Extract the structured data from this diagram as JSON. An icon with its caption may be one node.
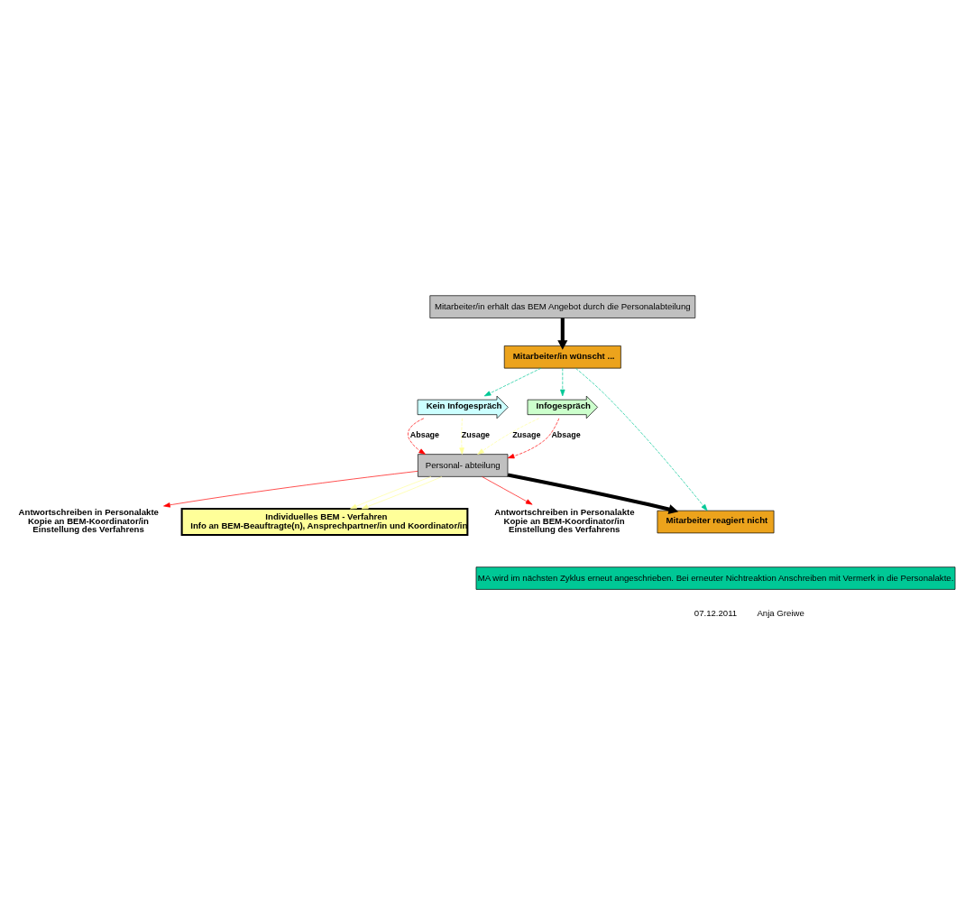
{
  "diagram": {
    "nodes": [
      {
        "text": [
          "Mitarbeiter/in erhält das BEM Angebot durch die Personalabteilung"
        ]
      },
      {
        "text": [
          "Mitarbeiter/in wünscht ..."
        ]
      },
      {
        "text": [
          "Kein Infogespräch"
        ]
      },
      {
        "text": [
          "Infogespräch"
        ]
      },
      {
        "text": [
          "Personal- abteilung"
        ]
      },
      {
        "text": [
          "Antwortschreiben in Personalakte",
          "Kopie an BEM-Koordinator/in",
          "Einstellung des Verfahrens"
        ]
      },
      {
        "text": [
          "Individuelles BEM - Verfahren",
          "Info an BEM-Beauftragte(n), Ansprechpartner/in und Koordinator/in"
        ]
      },
      {
        "text": [
          "Antwortschreiben in Personalakte",
          "Kopie an BEM-Koordinator/in",
          "Einstellung des Verfahrens"
        ]
      },
      {
        "text": [
          "Mitarbeiter reagiert nicht"
        ]
      },
      {
        "text": [
          "MA wird im nächsten Zyklus erneut angeschrieben. Bei erneuter Nichtreaktion Anschreiben mit Vermerk in die Personalakte."
        ]
      }
    ],
    "edges": [
      {
        "from": 0,
        "to": 1,
        "arrow": "to",
        "style": "thick",
        "color": "#000000"
      },
      {
        "from": 1,
        "to": 2,
        "arrow": "to",
        "style": "dashed",
        "color": "#00c896"
      },
      {
        "from": 1,
        "to": 3,
        "arrow": "to",
        "style": "dashed",
        "color": "#00c896"
      },
      {
        "from": 1,
        "to": 8,
        "arrow": "to",
        "style": "dashed",
        "color": "#00c896"
      },
      {
        "from": 2,
        "to": 4,
        "label": "Absage",
        "arrow": "to",
        "style": "dashed",
        "color": "#ff0000"
      },
      {
        "from": 2,
        "to": 4,
        "label": "Zusage",
        "arrow": "to",
        "style": "dashed",
        "color": "#ffff99"
      },
      {
        "from": 3,
        "to": 4,
        "label": "Zusage",
        "arrow": "to",
        "style": "dashed",
        "color": "#ffff99"
      },
      {
        "from": 3,
        "to": 4,
        "label": "Absage",
        "arrow": "to",
        "style": "dashed",
        "color": "#ff0000"
      },
      {
        "from": 4,
        "to": 5,
        "arrow": "to",
        "color": "#ff0000"
      },
      {
        "from": 4,
        "to": 6,
        "arrow": "to",
        "color": "#ffff99"
      },
      {
        "from": 4,
        "to": 6,
        "arrow": "to",
        "color": "#ffff99"
      },
      {
        "from": 4,
        "to": 7,
        "arrow": "to",
        "color": "#ff0000"
      },
      {
        "from": 4,
        "to": 8,
        "arrow": "to",
        "style": "thick",
        "color": "#000000"
      }
    ],
    "labels": [
      "07.12.2011",
      "Anja Greiwe"
    ]
  }
}
